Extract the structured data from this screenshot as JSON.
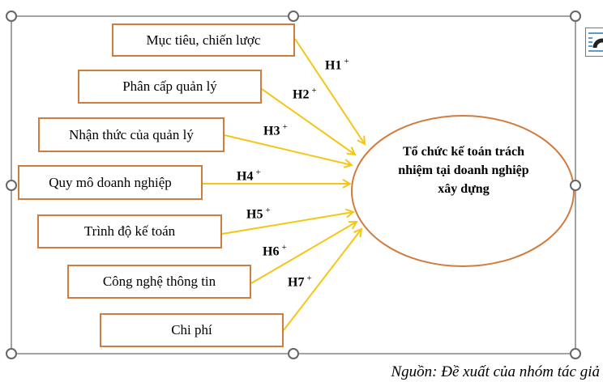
{
  "factors": [
    {
      "label": "Mục tiêu, chiến lược",
      "hyp": "H1",
      "sign": "+"
    },
    {
      "label": "Phân cấp quản lý",
      "hyp": "H2",
      "sign": "+"
    },
    {
      "label": "Nhận thức của quản lý",
      "hyp": "H3",
      "sign": "+"
    },
    {
      "label": "Quy mô doanh nghiệp",
      "hyp": "H4",
      "sign": "+"
    },
    {
      "label": "Trình độ kế toán",
      "hyp": "H5",
      "sign": "+"
    },
    {
      "label": "Công nghệ thông tin",
      "hyp": "H6",
      "sign": "+"
    },
    {
      "label": "Chi phí",
      "hyp": "H7",
      "sign": "+"
    }
  ],
  "outcome": "Tổ chức kế toán trách nhiệm tại doanh nghiệp xây dựng",
  "caption": "Nguồn: Đề xuất của nhóm tác giả",
  "colors": {
    "box_border": "#d07c3e",
    "arrow": "#f5c518"
  }
}
